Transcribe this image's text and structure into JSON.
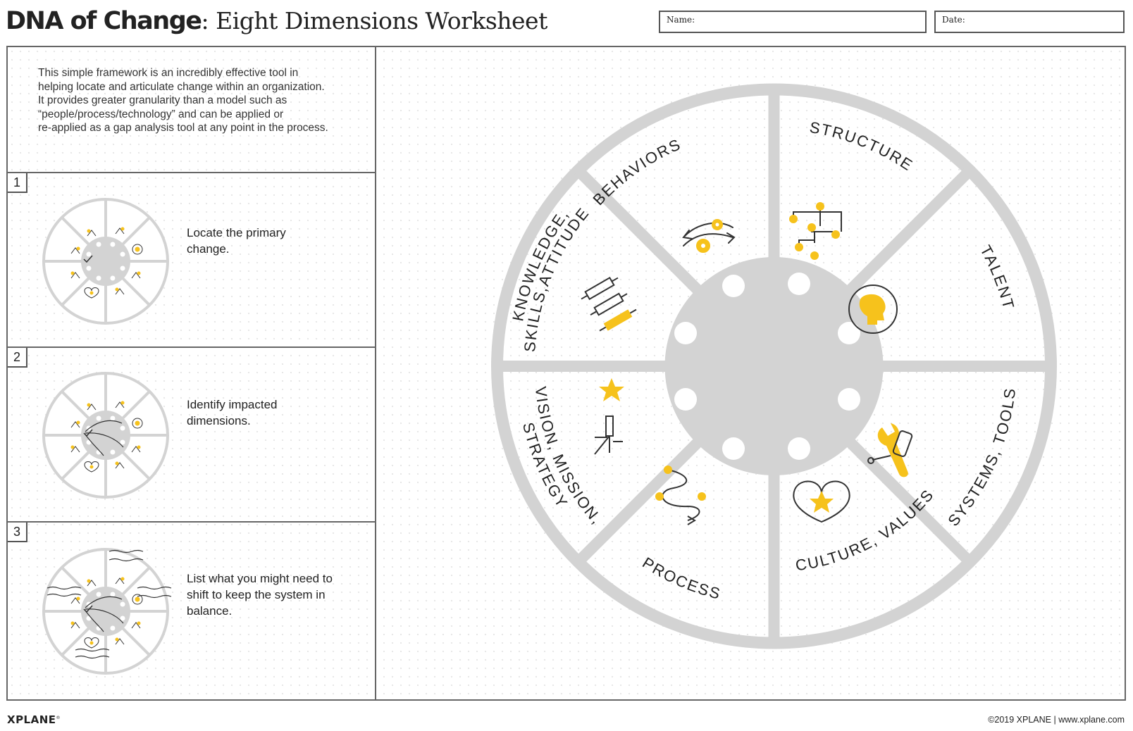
{
  "header": {
    "title_bold": "DNA of Change",
    "title_rest": ": Eight Dimensions Worksheet",
    "name_label": "Name:",
    "date_label": "Date:"
  },
  "intro": {
    "lines": [
      "This simple framework is an incredibly effective tool in",
      "helping locate and articulate change within an organization.",
      "It provides greater granularity than a model such as",
      "“people/process/technology” and can be applied or",
      "re-applied as a gap analysis tool at any point in the process."
    ]
  },
  "steps": [
    {
      "number": "1",
      "text": "Locate the primary change."
    },
    {
      "number": "2",
      "text": "Identify impacted dimensions."
    },
    {
      "number": "3",
      "text": "List what you might need to shift to keep the system in balance."
    }
  ],
  "dimensions": {
    "behaviors": "BEHAVIORS",
    "structure": "STRUCTURE",
    "talent": "TALENT",
    "systems_tools": "SYSTEMS, TOOLS",
    "culture_values": "CULTURE, VALUES",
    "process": "PROCESS",
    "vision_line1": "VISION, MISSION,",
    "vision_line2": "STRATEGY",
    "knowledge_line1": "KNOWLEDGE,",
    "knowledge_line2": "SKILLS,ATTITUDE"
  },
  "icons": {
    "behaviors": "arrows-gears-icon",
    "structure": "org-chart-icon",
    "talent": "head-profile-icon",
    "systems_tools": "wrench-screwdriver-icon",
    "culture_values": "heart-star-icon",
    "process": "path-flow-icon",
    "vision": "star-telescope-icon",
    "knowledge": "batteries-icon"
  },
  "colors": {
    "wheel_gray": "#d3d3d3",
    "accent_yellow": "#f6c21c",
    "line": "#333333",
    "border": "#666666"
  },
  "footer": {
    "logo": "XPLANE",
    "logo_mark": "®",
    "copyright": "©2019 XPLANE | www.xplane.com"
  }
}
